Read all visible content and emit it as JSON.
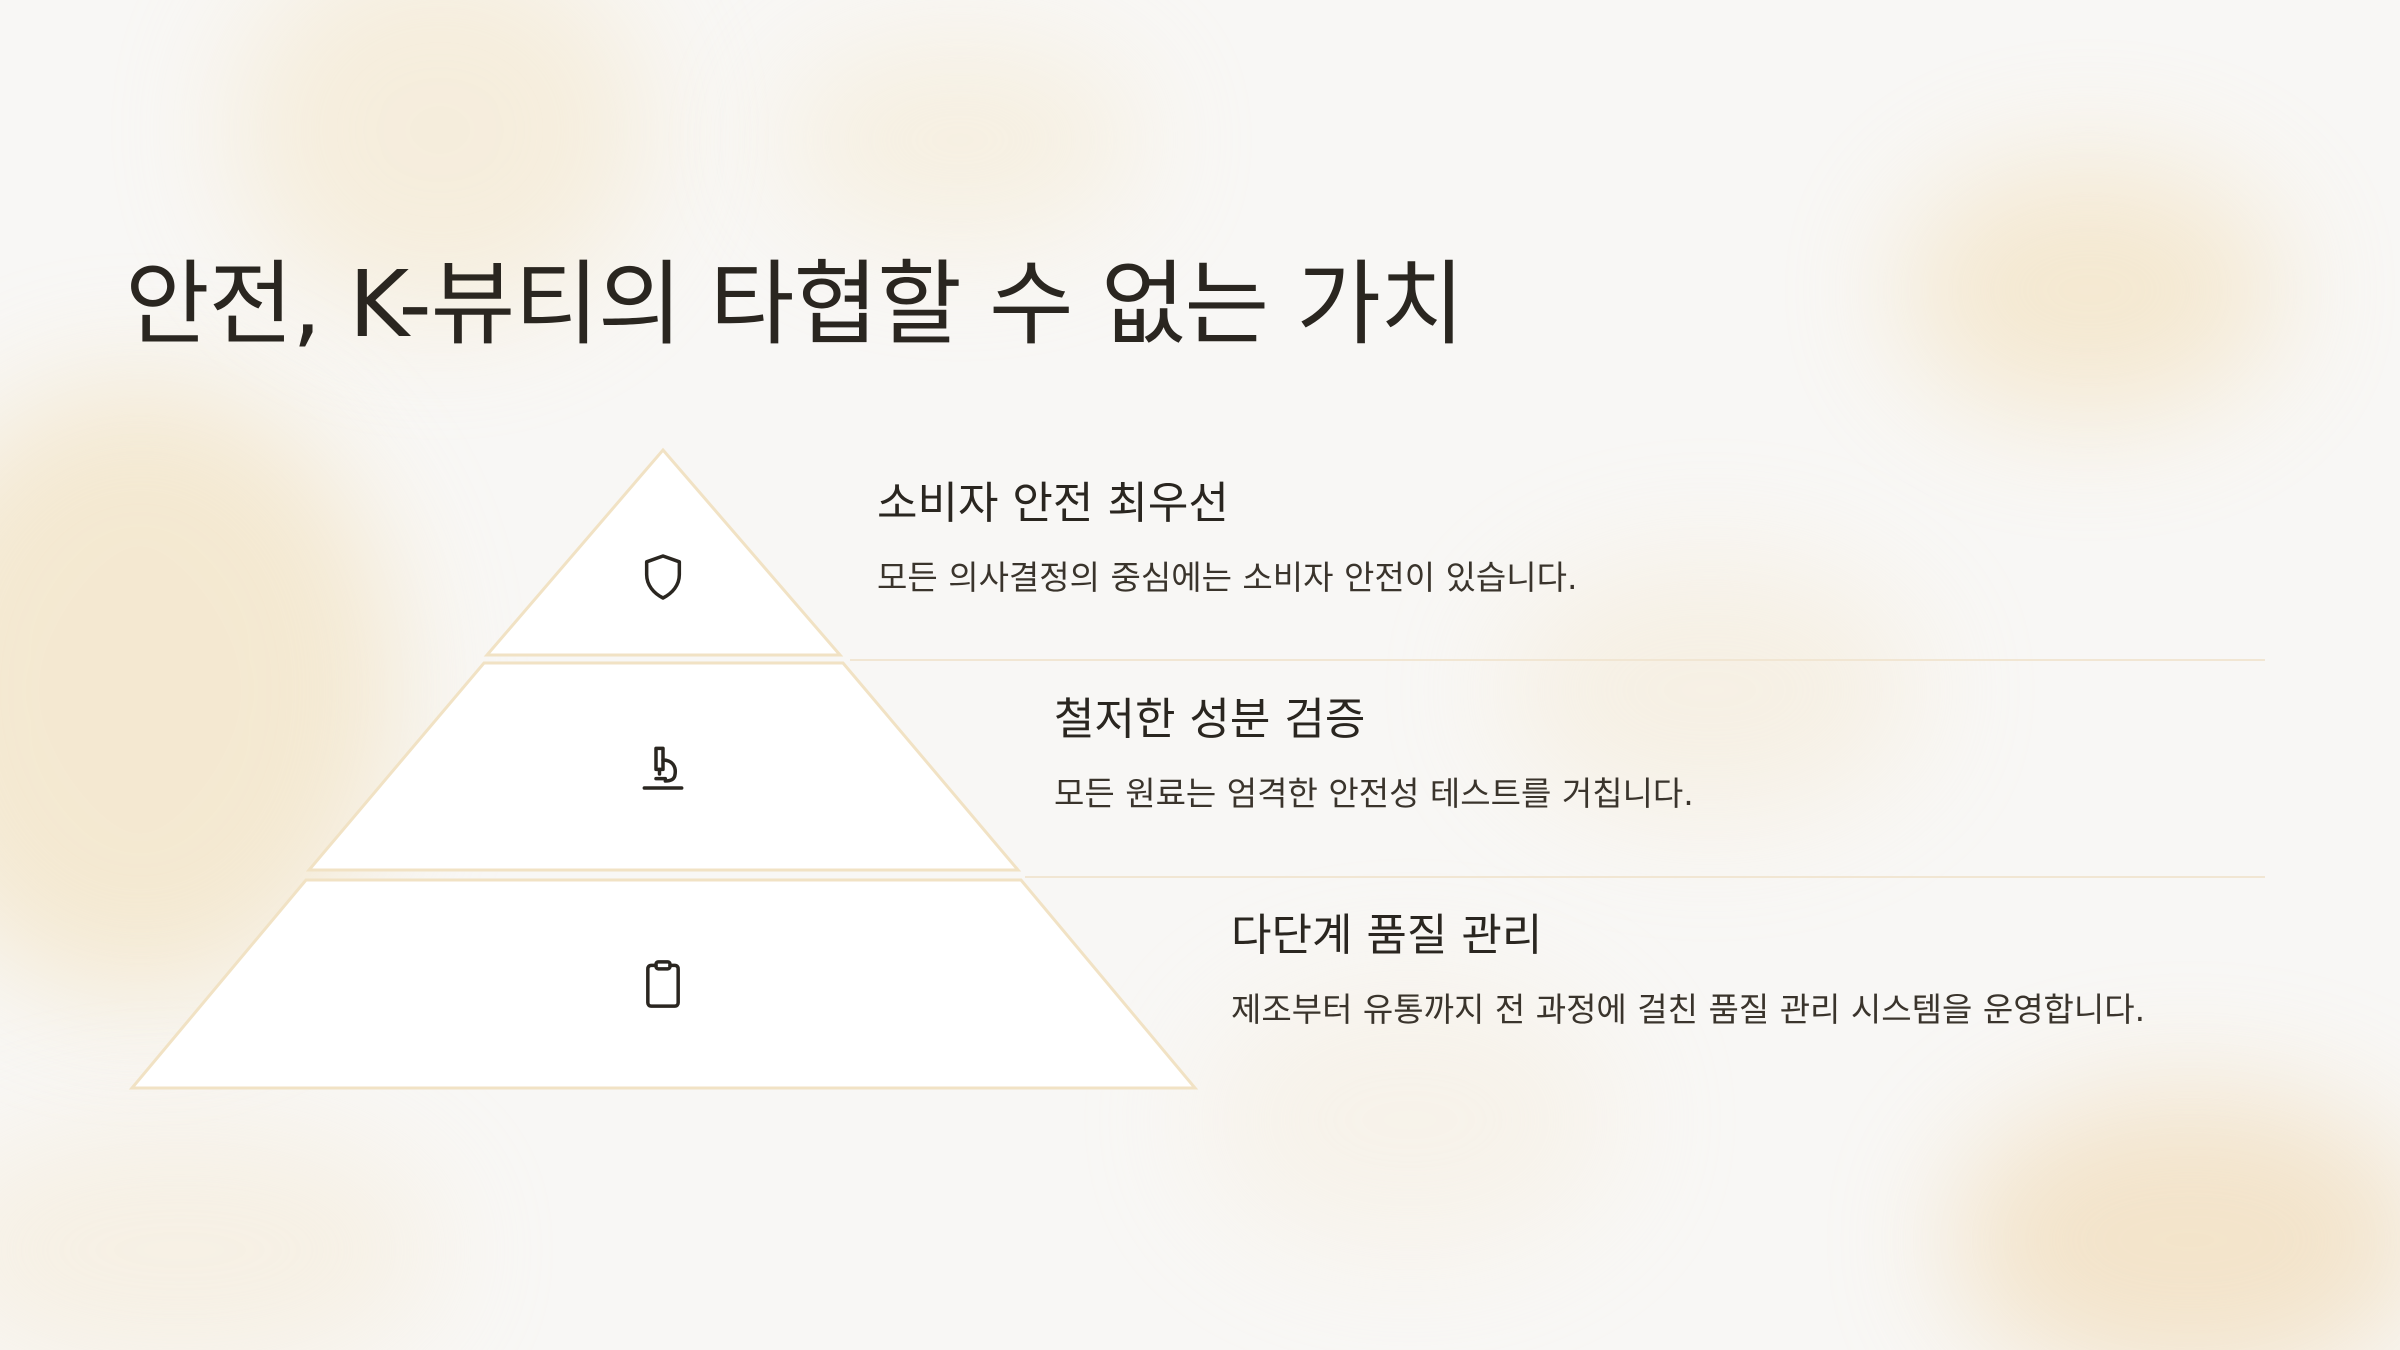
{
  "title": "안전, K-뷰티의 타협할 수 없는 가치",
  "colors": {
    "accent": "#e8c98a",
    "tier_fill": "#ffffff",
    "tier_border": "#f1e2c4",
    "text": "#2a2620"
  },
  "tiers": [
    {
      "icon": "shield-icon",
      "heading": "소비자 안전 최우선",
      "description": "모든 의사결정의 중심에는 소비자 안전이 있습니다."
    },
    {
      "icon": "microscope-icon",
      "heading": "철저한 성분 검증",
      "description": "모든 원료는 엄격한 안전성 테스트를 거칩니다."
    },
    {
      "icon": "clipboard-icon",
      "heading": "다단계 품질 관리",
      "description": "제조부터 유통까지 전 과정에 걸친 품질 관리 시스템을 운영합니다."
    }
  ]
}
